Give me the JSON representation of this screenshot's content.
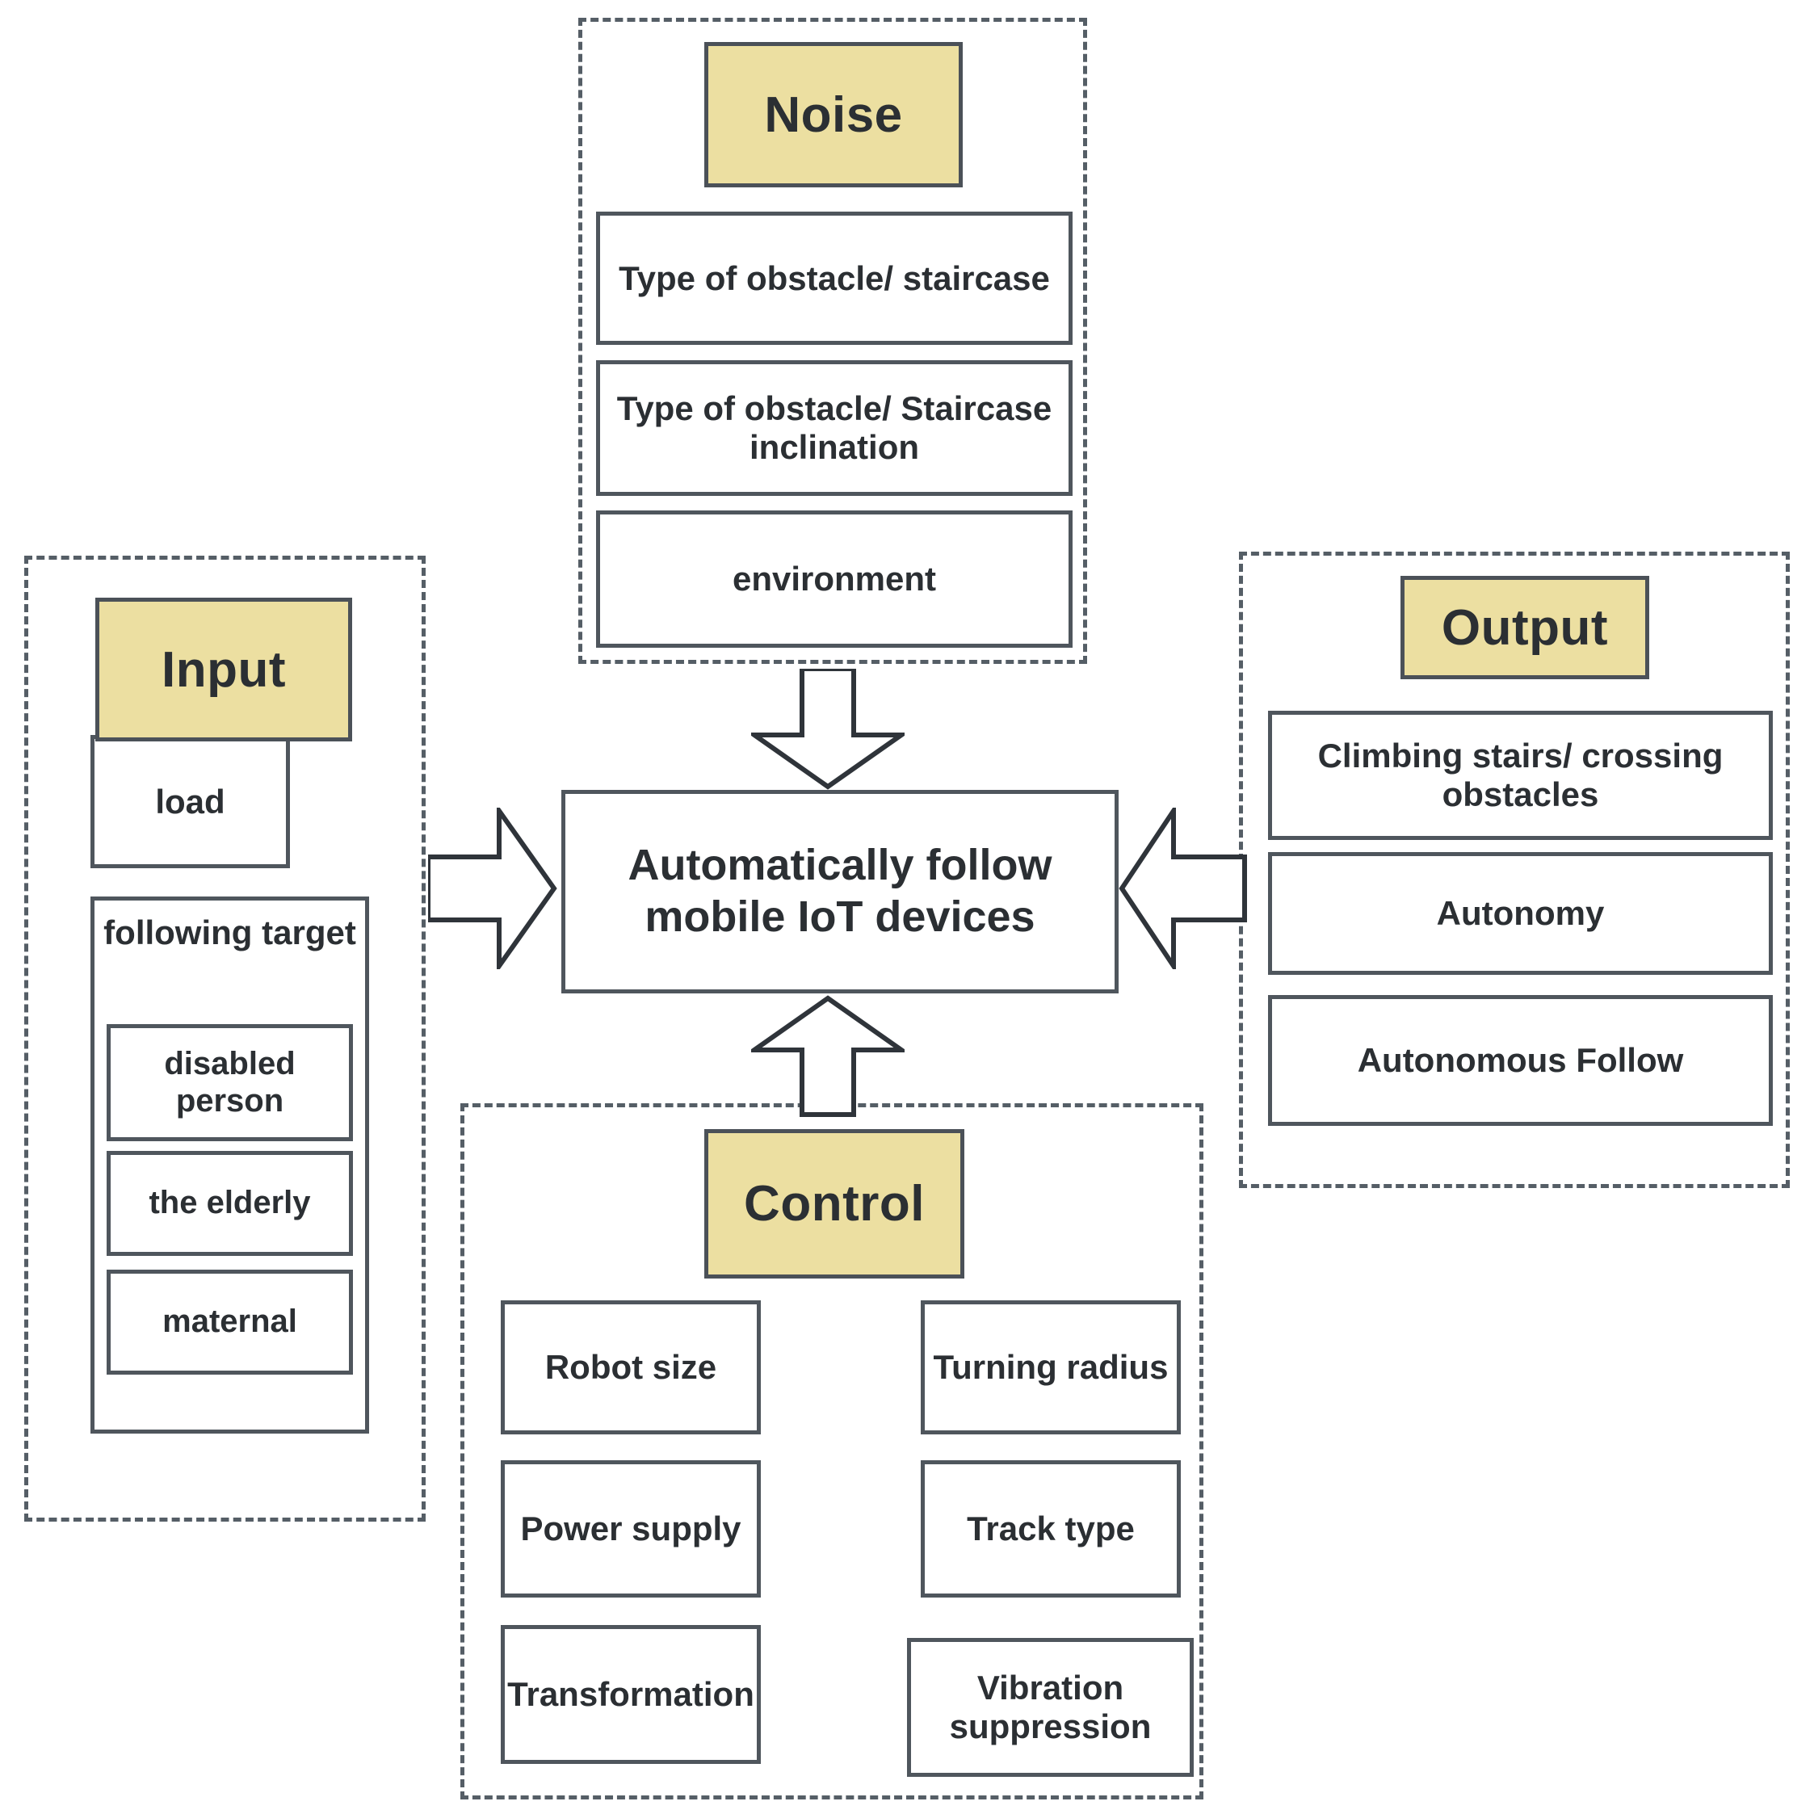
{
  "diagram": {
    "title": "IDEF0-style context diagram for automatically-following mobile IoT devices",
    "accent_color": "#ecdfa1",
    "border_color": "#4f565d",
    "dash_color": "#555e66",
    "text_color": "#2b2f33"
  },
  "center": {
    "label": "Automatically follow mobile IoT devices"
  },
  "noise": {
    "header": "Noise",
    "items": [
      "Type of obstacle/ staircase",
      "Type of obstacle/ Staircase inclination",
      "environment"
    ]
  },
  "input": {
    "header": "Input",
    "load": "load",
    "following_target": {
      "label": "following target",
      "items": [
        "disabled person",
        "the elderly",
        "maternal"
      ]
    }
  },
  "output": {
    "header": "Output",
    "items": [
      "Climbing stairs/ crossing obstacles",
      "Autonomy",
      "Autonomous Follow"
    ]
  },
  "control": {
    "header": "Control",
    "left_items": [
      "Robot size",
      "Power supply",
      "Transformation"
    ],
    "right_items": [
      "Turning radius",
      "Track type",
      "Vibration suppression"
    ]
  },
  "arrows": {
    "noise_to_center": "down-arrow",
    "input_to_center": "right-arrow",
    "output_to_center": "left-arrow",
    "control_to_center": "up-arrow"
  }
}
